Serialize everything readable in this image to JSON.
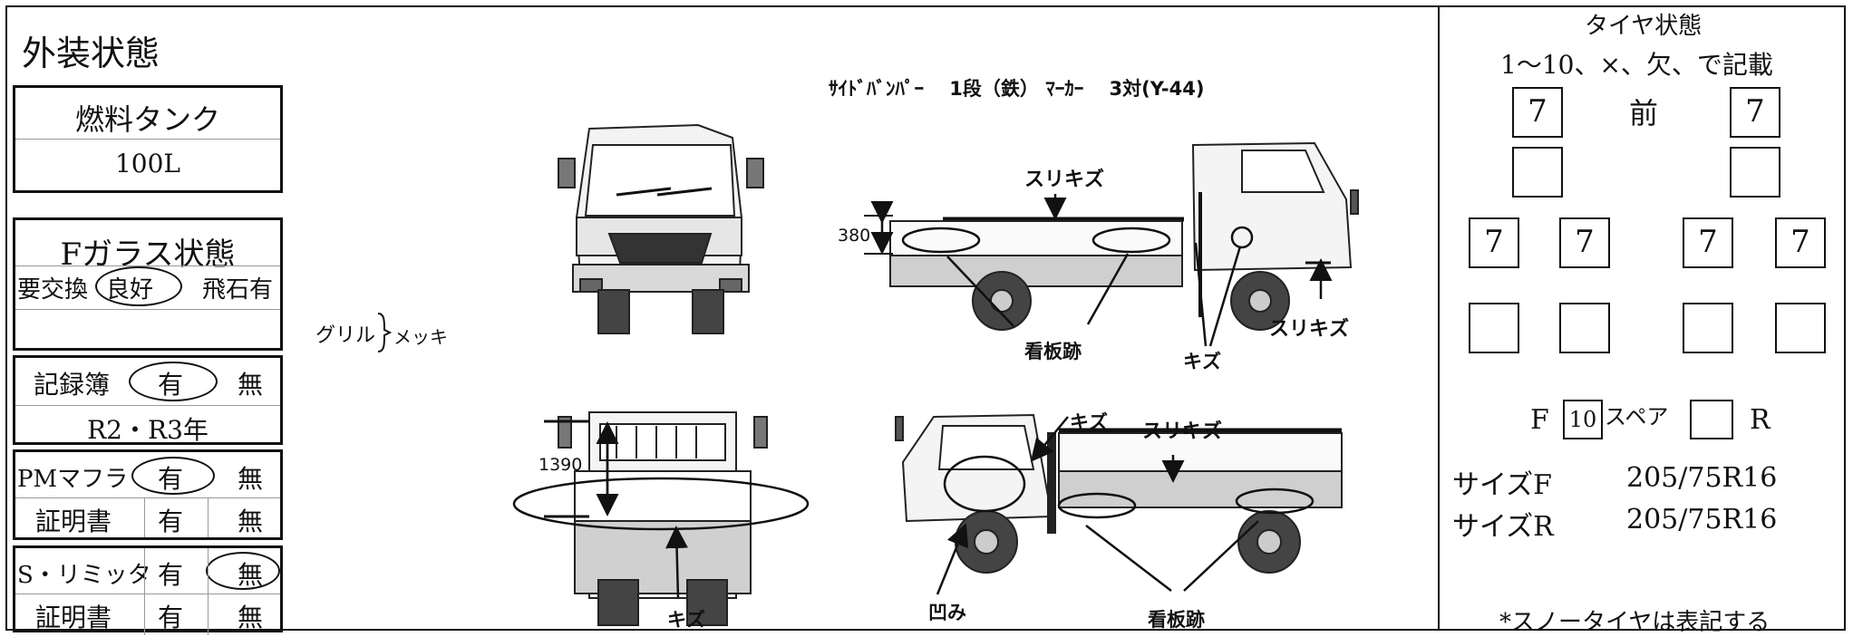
{
  "title": "外装状態",
  "fuel_tank": {
    "label": "燃料タンク",
    "value": "100L"
  },
  "f_glass": {
    "label": "Fガラス状態",
    "options": [
      "要交換",
      "良好",
      "飛石有"
    ],
    "selected": "良好"
  },
  "record_book": {
    "label": "記録簿",
    "yes": "有",
    "no": "無",
    "selected": "有",
    "years": "R2・R3年"
  },
  "pm_muffler": {
    "label": "PMマフラ",
    "yes": "有",
    "no": "無",
    "selected": "有"
  },
  "pm_certificate": {
    "label": "証明書",
    "yes": "有",
    "no": "無"
  },
  "speed_limiter": {
    "label": "S・リミッタ",
    "yes": "有",
    "no": "無",
    "selected": "無"
  },
  "sl_certificate": {
    "label": "証明書",
    "yes": "有",
    "no": "無"
  },
  "grille": {
    "label": "グリル",
    "value": "メッキ"
  },
  "diagram": {
    "header": "ｻｲﾄﾞﾊﾞﾝﾊﾟｰ　 1段（鉄） ﾏｰｶｰ　 3対(Y-44)",
    "dim_side": "380",
    "dim_rear": "1390",
    "scratch": "スリキズ",
    "damage": "キズ",
    "sign_mark": "看板跡",
    "dent": "凹み"
  },
  "tires": {
    "title": "タイヤ状態",
    "instruction": "1～10、×、欠、で記載",
    "front_label": "前",
    "front_left": "7",
    "front_right": "7",
    "rear_outer_left": "7",
    "rear_inner_left": "7",
    "rear_inner_right": "7",
    "rear_outer_right": "7",
    "spare_f_label": "F",
    "spare_f_value": "10",
    "spare_label": "スペア",
    "spare_r_label": "R",
    "spare_value": "",
    "size_f_label": "サイズF",
    "size_f": "205/75R16",
    "size_r_label": "サイズR",
    "size_r": "205/75R16",
    "note": "*スノータイヤは表記する"
  }
}
